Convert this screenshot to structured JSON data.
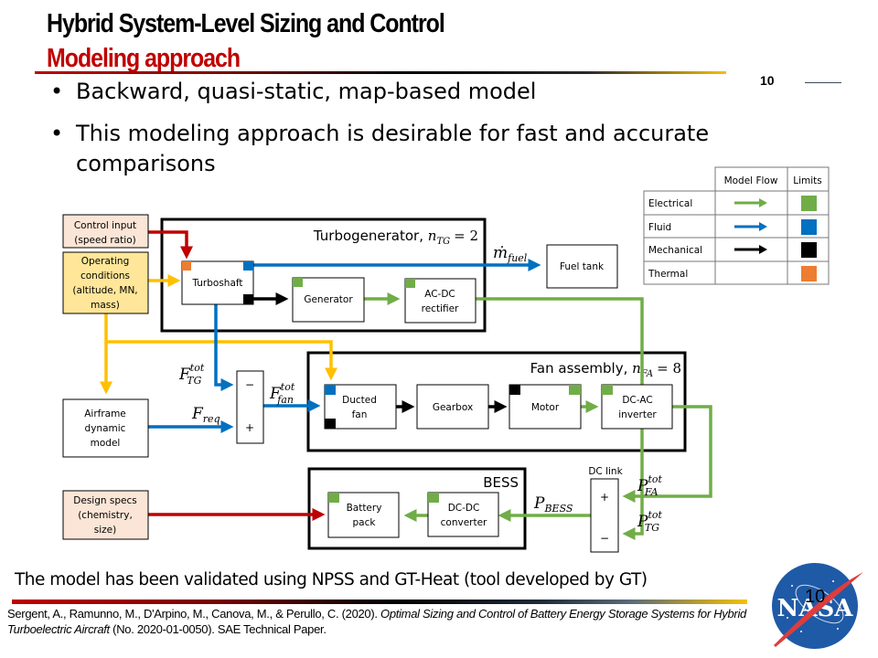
{
  "header": {
    "title": "Hybrid System-Level Sizing and Control",
    "subtitle": "Modeling approach",
    "slide_number": "10"
  },
  "bullets": [
    "Backward, quasi-static, map-based model",
    "This modeling approach is desirable for fast and accurate comparisons"
  ],
  "legend": {
    "headers": [
      "Model Flow",
      "Limits"
    ],
    "rows": [
      {
        "label": "Electrical",
        "color": "#70ad47",
        "arrow": true
      },
      {
        "label": "Fluid",
        "color": "#0070c0",
        "arrow": true
      },
      {
        "label": "Mechanical",
        "color": "#000000",
        "arrow": true
      },
      {
        "label": "Thermal",
        "color": "#ed7d31",
        "arrow": false
      }
    ]
  },
  "colors": {
    "electrical": "#70ad47",
    "fluid": "#0070c0",
    "mechanical": "#000000",
    "thermal": "#ed7d31",
    "control": "#c00000",
    "operating": "#ffc000",
    "input_fill_pink": "#fbe5d6",
    "input_fill_yellow": "#ffe699"
  },
  "diagram": {
    "inputs": {
      "control_input": [
        "Control input",
        "(speed ratio)"
      ],
      "operating_conditions": [
        "Operating",
        "conditions",
        "(altitude, MN,",
        "mass)"
      ],
      "design_specs": [
        "Design specs",
        "(chemistry,",
        "size)"
      ]
    },
    "groups": {
      "turbogenerator": {
        "label": "Turbogenerator, ",
        "math": "n",
        "sub": "TG",
        "value": "= 2"
      },
      "fan_assembly": {
        "label": "Fan assembly, ",
        "math": "n",
        "sub": "FA",
        "value": "= 8"
      },
      "bess": {
        "label": "BESS"
      }
    },
    "blocks": {
      "turboshaft": [
        "Turboshaft"
      ],
      "generator": [
        "Generator"
      ],
      "acdc_rectifier": [
        "AC-DC",
        "rectifier"
      ],
      "fuel_tank": [
        "Fuel tank"
      ],
      "airframe": [
        "Airframe",
        "dynamic",
        "model"
      ],
      "ducted_fan": [
        "Ducted",
        "fan"
      ],
      "gearbox": [
        "Gearbox"
      ],
      "motor": [
        "Motor"
      ],
      "dcac_inverter": [
        "DC-AC",
        "inverter"
      ],
      "battery_pack": [
        "Battery",
        "pack"
      ],
      "dcdc_converter": [
        "DC-DC",
        "converter"
      ],
      "dc_link_label": "DC link"
    },
    "signs": {
      "sum_minus": "−",
      "sum_plus": "+",
      "dclink_plus": "+",
      "dclink_minus": "−"
    },
    "variables": {
      "m_fuel": {
        "base": "ṁ",
        "sub": "fuel"
      },
      "F_TG": {
        "base": "F",
        "sup": "tot",
        "sub": "TG"
      },
      "F_req": {
        "base": "F",
        "sub": "req"
      },
      "F_fan": {
        "base": "F",
        "sup": "tot",
        "sub": "fan"
      },
      "P_BESS": {
        "base": "P",
        "sub": "BESS"
      },
      "P_FA": {
        "base": "P",
        "sup": "tot",
        "sub": "FA"
      },
      "P_TG": {
        "base": "P",
        "sup": "tot",
        "sub": "TG"
      }
    }
  },
  "footer": {
    "validated": "The model has been validated using NPSS and GT-Heat (tool developed by GT)",
    "citation_authors": "Sergent, A., Ramunno,  M., D'Arpino, M., Canova, M., & Perullo,  C. (2020). ",
    "citation_title": "Optimal Sizing and Control of Battery Energy Storage Systems for Hybrid Turboelectric Aircraft",
    "citation_rest": " (No. 2020-01-0050). SAE Technical  Paper.",
    "logo_text": "NASA",
    "logo_overlay_number": "10"
  }
}
